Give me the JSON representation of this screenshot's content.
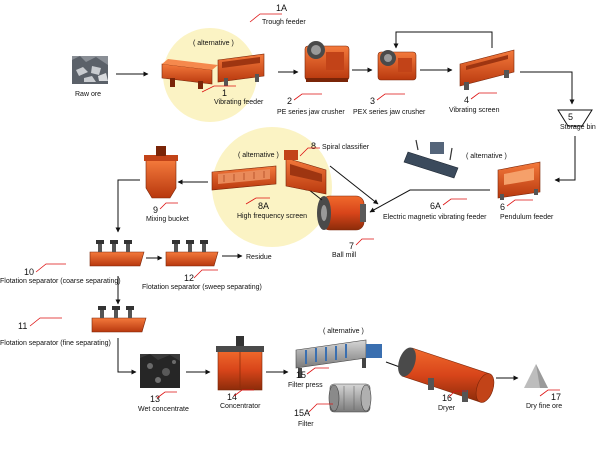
{
  "title": "",
  "colors": {
    "machine": "#e2531c",
    "machine_dark": "#a8330d",
    "highlight": "#fbf3c4",
    "arrow": "#111111",
    "callout": "#dd1111"
  },
  "labels": {
    "alt": "( alternative )",
    "raw": "Raw ore",
    "n1": "1",
    "t1": "Vibrating feeder",
    "n1a": "1A",
    "t1a": "Trough feeder",
    "n2": "2",
    "t2": "PE series jaw crusher",
    "n3": "3",
    "t3": "PEX series jaw crusher",
    "n4": "4",
    "t4": "Vibrating screen",
    "n5": "5",
    "t5": "Storage bin",
    "n6": "6",
    "t6": "Pendulum feeder",
    "n6a": "6A",
    "t6a": "Electric magnetic vibrating feeder",
    "n7": "7",
    "t7": "Ball mill",
    "n8": "8",
    "t8": "Spiral classifier",
    "n8a": "8A",
    "t8a": "High frequency  screen",
    "n9": "9",
    "t9": "Mixing bucket",
    "n10": "10",
    "t10": "Flotation  separator (coarse separating)",
    "n11": "11",
    "t11": "Flotation separator (fine separating)",
    "n12": "12",
    "t12": "Flotation separator (sweep separating)",
    "residue": "Residue",
    "n13": "13",
    "t13": "Wet concentrate",
    "n14": "14",
    "t14": "Concentrator",
    "n15": "15",
    "t15": "Filter press",
    "n15a": "15A",
    "t15a": "Filter",
    "n16": "16",
    "t16": "Dryer",
    "n17": "17",
    "t17": "Dry fine ore"
  }
}
